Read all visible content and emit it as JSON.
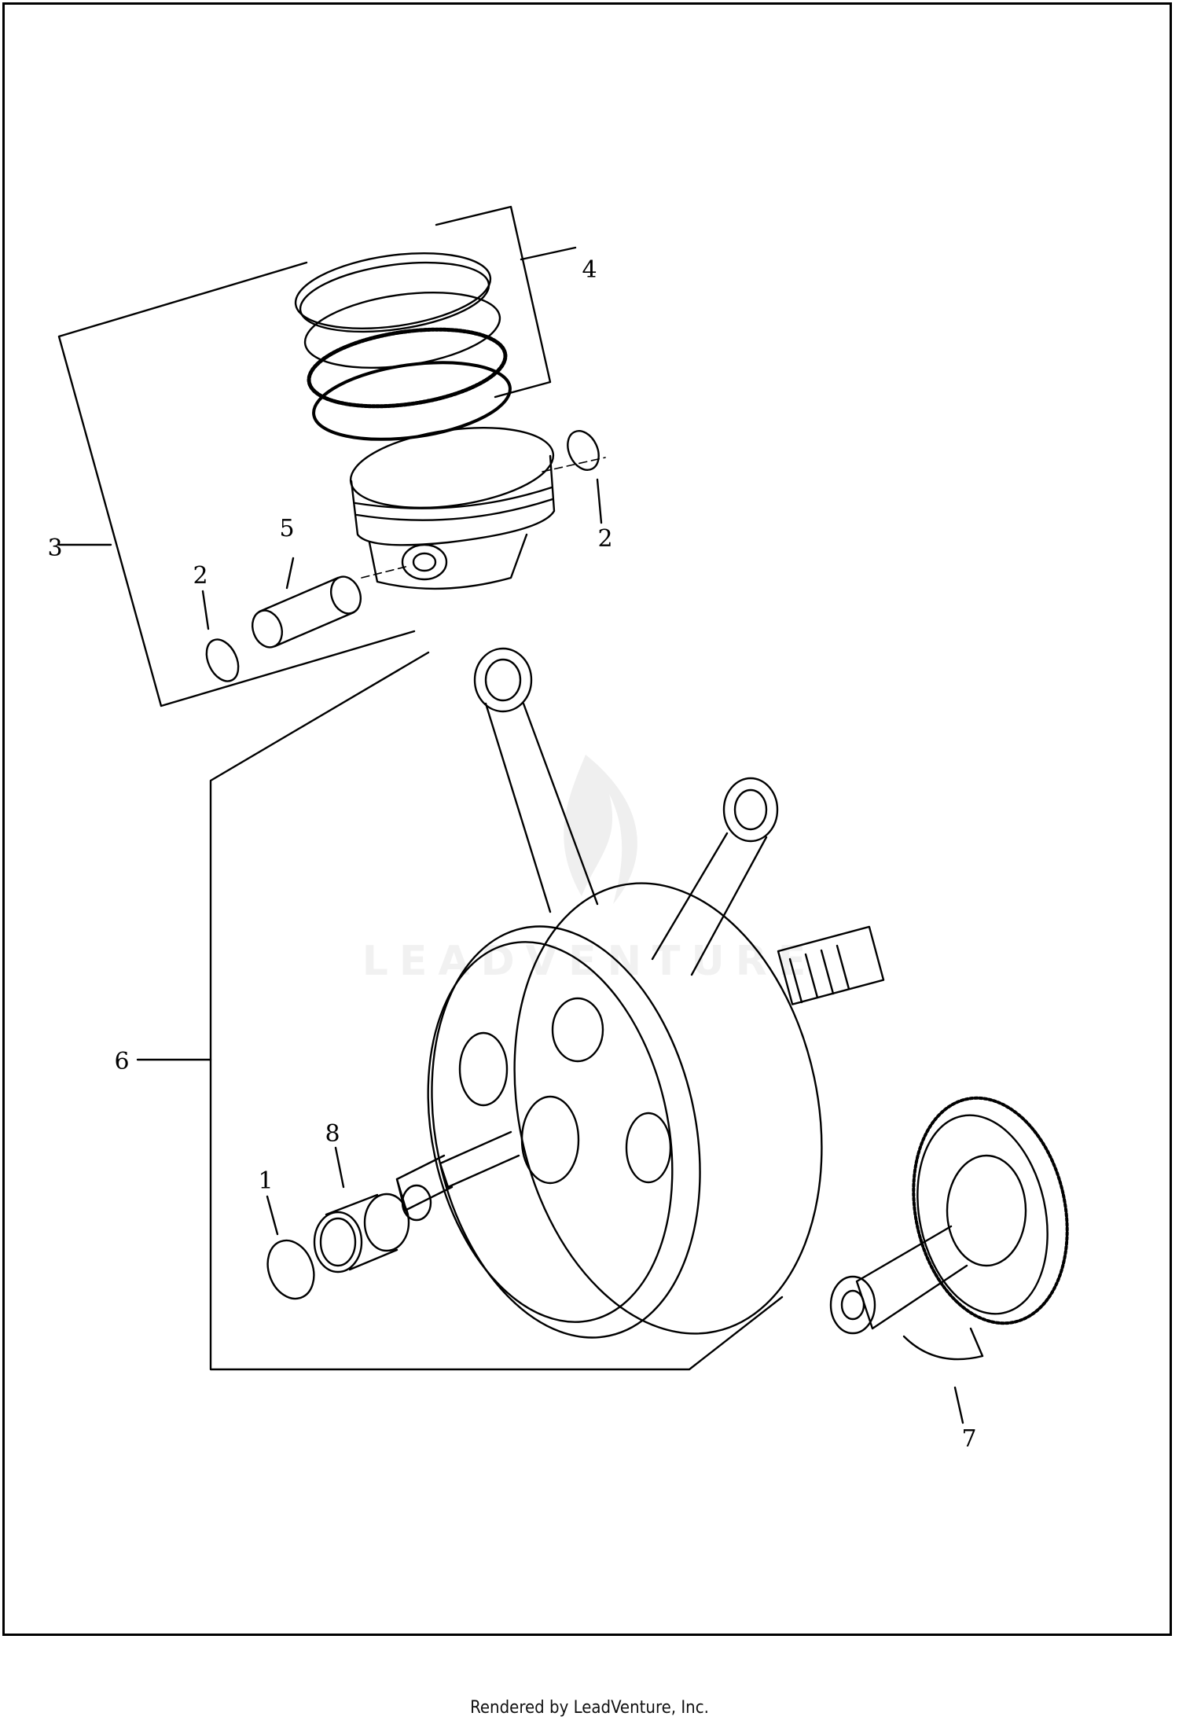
{
  "diagram": {
    "callouts": [
      "1",
      "2",
      "2",
      "3",
      "4",
      "5",
      "6",
      "7",
      "8"
    ],
    "watermark": "LEADVENTURE"
  },
  "footer": {
    "text": "Rendered by LeadVenture, Inc."
  },
  "colors": {
    "line": "#000000",
    "watermark": "#e6e6e6",
    "background": "#ffffff"
  }
}
